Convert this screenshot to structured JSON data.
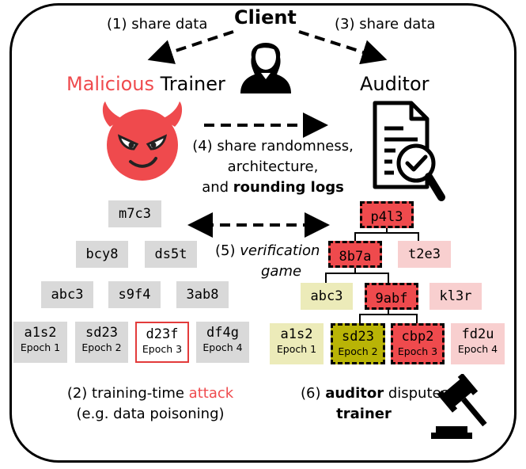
{
  "client": {
    "label": "Client"
  },
  "steps": {
    "s1": "(1) share data",
    "s3": "(3) share data",
    "s4_line1": "(4) share randomness,",
    "s4_line2": "architecture,",
    "s4_line3_pre": "and ",
    "s4_line3_bold": "rounding logs",
    "s5_pre": "(5) ",
    "s5_italic_1": "verification",
    "s5_italic_2": "game",
    "s2_pre": "(2) training-time ",
    "s2_attack": "attack",
    "s2_line2": "(e.g. data poisoning)",
    "s6_pre": "(6) ",
    "s6_auditor": "auditor",
    "s6_mid": " disputes",
    "s6_trainer": "trainer"
  },
  "trainer": {
    "malicious": "Malicious",
    "title": "Trainer"
  },
  "auditor": {
    "title": "Auditor"
  },
  "left_tree": {
    "top": "m7c3",
    "row2": [
      "bcy8",
      "ds5t"
    ],
    "row3": [
      "abc3",
      "s9f4",
      "3ab8"
    ],
    "leaves": [
      {
        "hash": "a1s2",
        "epoch": "Epoch 1"
      },
      {
        "hash": "sd23",
        "epoch": "Epoch 2"
      },
      {
        "hash": "d23f",
        "epoch": "Epoch 3"
      },
      {
        "hash": "df4g",
        "epoch": "Epoch 4"
      }
    ]
  },
  "right_tree": {
    "top": "p4l3",
    "row2": [
      "8b7a",
      "t2e3"
    ],
    "row3": [
      "abc3",
      "9abf",
      "kl3r"
    ],
    "leaves": [
      {
        "hash": "a1s2",
        "epoch": "Epoch 1"
      },
      {
        "hash": "sd23",
        "epoch": "Epoch 2"
      },
      {
        "hash": "cbp2",
        "epoch": "Epoch 3"
      },
      {
        "hash": "fd2u",
        "epoch": "Epoch 4"
      }
    ]
  },
  "icons": [
    "person-icon",
    "devil-face-icon",
    "document-magnifier-icon",
    "gavel-icon"
  ],
  "colors": {
    "malicious": "#ef4a4d",
    "devil": "#ef4a4d",
    "hash_gray": "#d9d9d9",
    "hash_red": "#ef4a4d",
    "hash_pink": "#f8cfcf",
    "hash_yellow": "#ecebb9",
    "hash_olive": "#b9b406"
  }
}
